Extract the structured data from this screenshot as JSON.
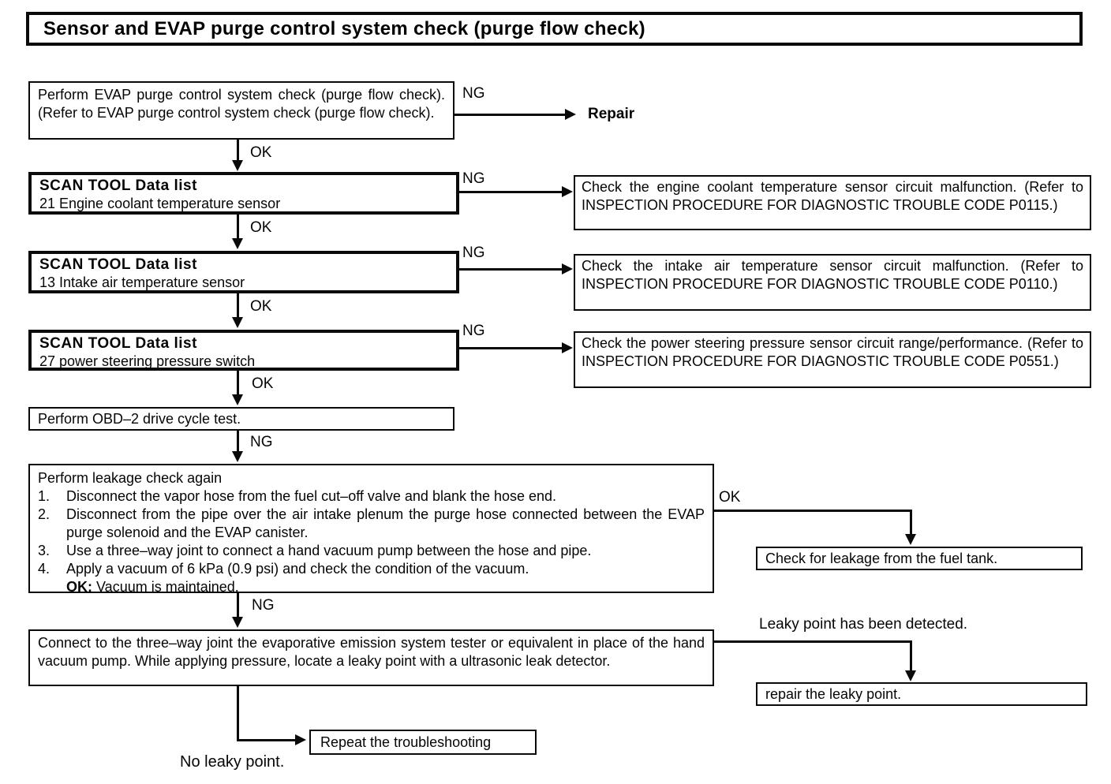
{
  "title": "Sensor and EVAP purge control system check (purge flow check)",
  "labels": {
    "ng": "NG",
    "ok": "OK",
    "repair": "Repair",
    "leaky_detected": "Leaky point has been detected.",
    "no_leaky": "No leaky point."
  },
  "boxes": {
    "step1": {
      "text": "Perform EVAP purge control system check (purge flow check). (Refer to EVAP purge control system check (purge flow check)."
    },
    "scan21": {
      "title": "SCAN TOOL Data list",
      "subtitle": "21 Engine coolant temperature sensor"
    },
    "scan13": {
      "title": "SCAN TOOL Data list",
      "subtitle": "13 Intake air temperature sensor"
    },
    "scan27": {
      "title": "SCAN TOOL Data list",
      "subtitle": "27 power steering pressure switch"
    },
    "check_p0115": {
      "text": "Check the engine coolant temperature sensor circuit malfunction. (Refer to INSPECTION PROCEDURE FOR DIAGNOSTIC TROUBLE CODE P0115.)"
    },
    "check_p0110": {
      "text": "Check the intake air temperature sensor circuit malfunction. (Refer to INSPECTION PROCEDURE FOR DIAGNOSTIC TROUBLE CODE P0110.)"
    },
    "check_p0551": {
      "text": "Check the power steering pressure sensor circuit range/performance. (Refer to INSPECTION PROCEDURE FOR DIAGNOSTIC TROUBLE CODE P0551.)"
    },
    "obd2": {
      "text": "Perform OBD–2 drive cycle test."
    },
    "leakage_check": {
      "intro": "Perform leakage check again",
      "items": [
        {
          "num": "1.",
          "text": "Disconnect the vapor hose from the fuel cut–off valve and blank the hose end."
        },
        {
          "num": "2.",
          "text": "Disconnect from the pipe over the air intake plenum the purge hose connected between the EVAP purge solenoid and the EVAP canister."
        },
        {
          "num": "3.",
          "text": "Use a three–way joint to connect a hand vacuum pump between the hose and pipe."
        },
        {
          "num": "4.",
          "text": "Apply a vacuum of 6 kPa (0.9 psi) and check the condition of the vacuum."
        }
      ],
      "ok_label": "OK:",
      "ok_text": "Vacuum is maintained."
    },
    "fuel_tank": {
      "text": "Check for leakage from the fuel tank."
    },
    "connect_tester": {
      "text": "Connect to the three–way joint the evaporative emission system tester or equivalent in place of the hand vacuum pump. While applying pressure, locate a leaky point with a ultrasonic leak detector."
    },
    "repair_leaky": {
      "text": "repair the leaky point."
    },
    "repeat": {
      "text": "Repeat the troubleshooting"
    }
  },
  "colors": {
    "ink": "#0a0a0a",
    "paper": "#ffffff"
  }
}
